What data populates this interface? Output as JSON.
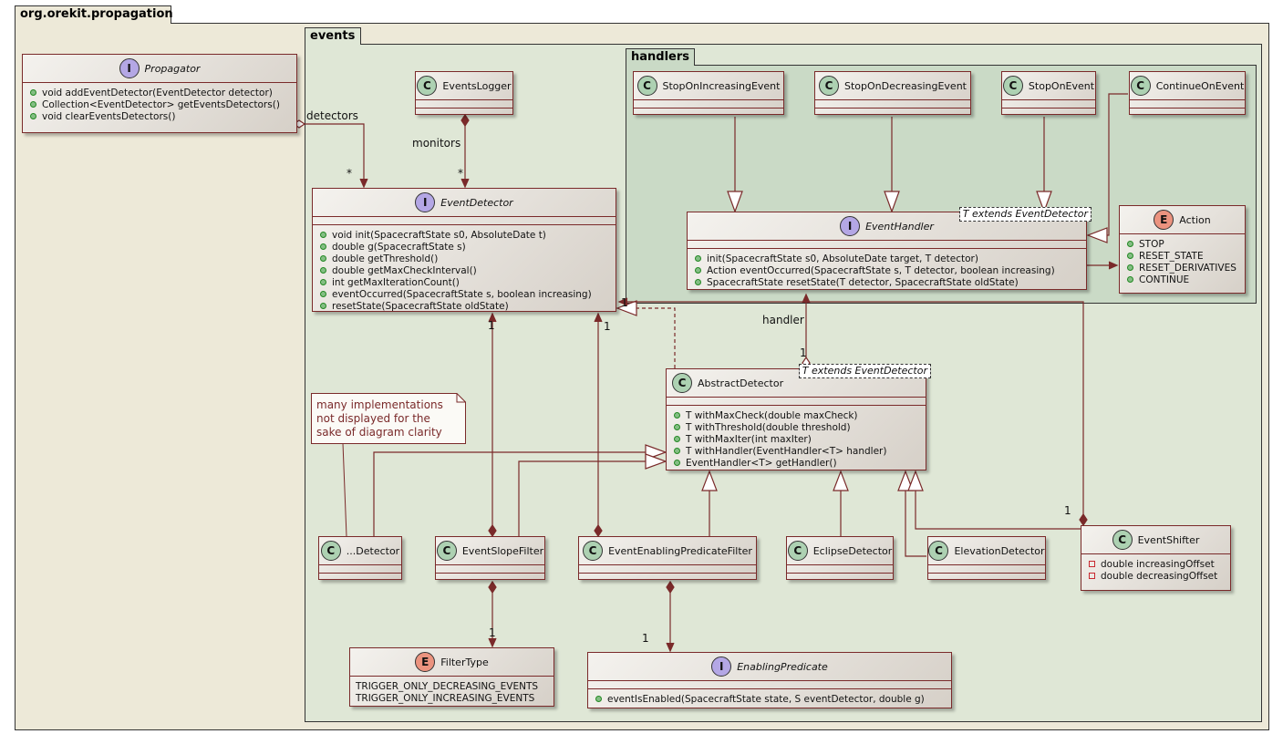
{
  "packages": {
    "root": "org.orekit.propagation",
    "events": "events",
    "handlers": "handlers"
  },
  "classes": {
    "propagator": {
      "name": "Propagator",
      "stereotype": "I",
      "members": [
        "void addEventDetector(EventDetector detector)",
        "Collection<EventDetector> getEventsDetectors()",
        "void clearEventsDetectors()"
      ]
    },
    "events_logger": {
      "name": "EventsLogger",
      "stereotype": "C"
    },
    "event_detector": {
      "name": "EventDetector",
      "stereotype": "I",
      "members": [
        "void init(SpacecraftState s0, AbsoluteDate t)",
        "double g(SpacecraftState s)",
        "double getThreshold()",
        "double getMaxCheckInterval()",
        "int getMaxIterationCount()",
        "eventOccurred(SpacecraftState s, boolean increasing)",
        "resetState(SpacecraftState oldState)"
      ]
    },
    "stop_on_increasing": {
      "name": "StopOnIncreasingEvent",
      "stereotype": "C"
    },
    "stop_on_decreasing": {
      "name": "StopOnDecreasingEvent",
      "stereotype": "C"
    },
    "stop_on_event": {
      "name": "StopOnEvent",
      "stereotype": "C"
    },
    "continue_on_event": {
      "name": "ContinueOnEvent",
      "stereotype": "C"
    },
    "event_handler": {
      "name": "EventHandler",
      "stereotype": "I",
      "tparam": "T extends EventDetector",
      "members": [
        "init(SpacecraftState s0, AbsoluteDate target, T detector)",
        "Action eventOccurred(SpacecraftState s, T detector, boolean increasing)",
        "SpacecraftState resetState(T detector, SpacecraftState oldState)"
      ]
    },
    "action": {
      "name": "Action",
      "stereotype": "E",
      "members": [
        "STOP",
        "RESET_STATE",
        "RESET_DERIVATIVES",
        "CONTINUE"
      ]
    },
    "abstract_detector": {
      "name": "AbstractDetector",
      "stereotype": "C",
      "tparam": "T extends EventDetector",
      "members": [
        "T withMaxCheck(double maxCheck)",
        "T withThreshold(double threshold)",
        "T withMaxIter(int maxIter)",
        "T withHandler(EventHandler<T> handler)",
        "EventHandler<T> getHandler()"
      ]
    },
    "dots_detector": {
      "name": "...Detector",
      "stereotype": "C"
    },
    "event_slope_filter": {
      "name": "EventSlopeFilter",
      "stereotype": "C"
    },
    "event_enabling_filter": {
      "name": "EventEnablingPredicateFilter",
      "stereotype": "C"
    },
    "eclipse_detector": {
      "name": "EclipseDetector",
      "stereotype": "C"
    },
    "elevation_detector": {
      "name": "ElevationDetector",
      "stereotype": "C"
    },
    "event_shifter": {
      "name": "EventShifter",
      "stereotype": "C",
      "members": [
        "double increasingOffset",
        "double decreasingOffset"
      ]
    },
    "filter_type": {
      "name": "FilterType",
      "stereotype": "E",
      "members": [
        "TRIGGER_ONLY_DECREASING_EVENTS",
        "TRIGGER_ONLY_INCREASING_EVENTS"
      ]
    },
    "enabling_predicate": {
      "name": "EnablingPredicate",
      "stereotype": "I",
      "members": [
        "eventIsEnabled(SpacecraftState state, S eventDetector, double g)"
      ]
    }
  },
  "note": {
    "lines": [
      "many implementations",
      "not displayed for the",
      "sake of diagram clarity"
    ]
  },
  "labels": {
    "detectors": "detectors",
    "star_a": "*",
    "monitors": "monitors",
    "star_b": "*",
    "handler": "handler",
    "one_handler": "1",
    "one_slope": "1",
    "one_enabling": "1",
    "one_shifter": "1",
    "one_filtertype": "1",
    "one_predicate": "1",
    "one_detector_top": "1"
  },
  "colors": {
    "root_bg": "#ede9d8",
    "events_bg": "#dfe7d6",
    "handlers_bg": "#cadac6",
    "edge": "#7a2a2a"
  }
}
